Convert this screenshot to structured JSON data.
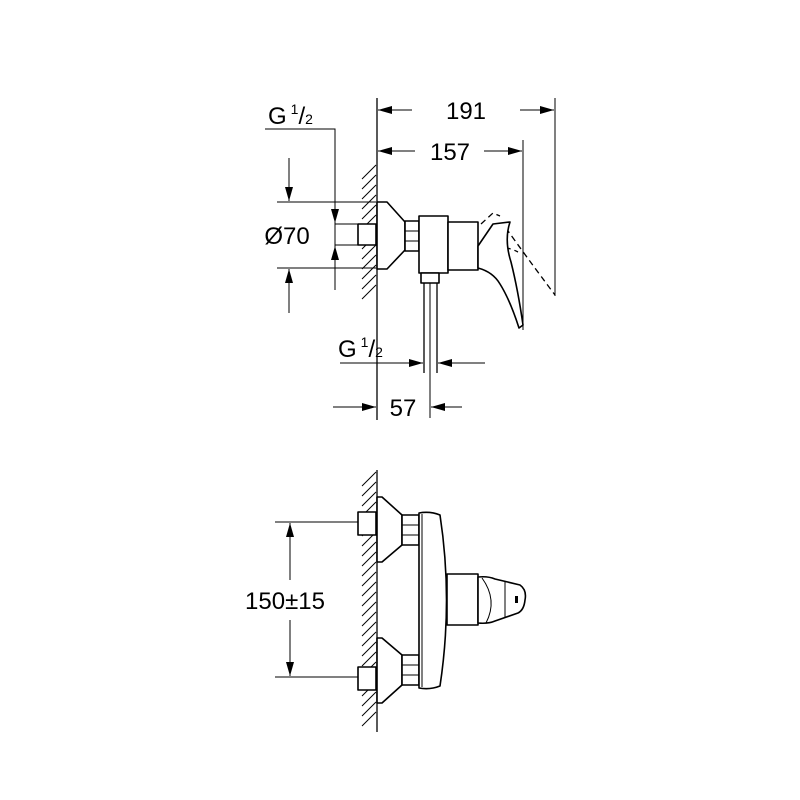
{
  "side_view": {
    "dim_overall_depth": "191",
    "dim_lever_depth": "157",
    "dim_inlet_thread": {
      "main": "G",
      "num": "1",
      "slash": "/",
      "den": "2"
    },
    "dim_rosette_diameter": "Ø70",
    "dim_outlet_thread": {
      "main": "G",
      "num": "1",
      "slash": "/",
      "den": "2"
    },
    "dim_outlet_offset": "57"
  },
  "front_view": {
    "dim_inlet_spacing": "150±15"
  }
}
